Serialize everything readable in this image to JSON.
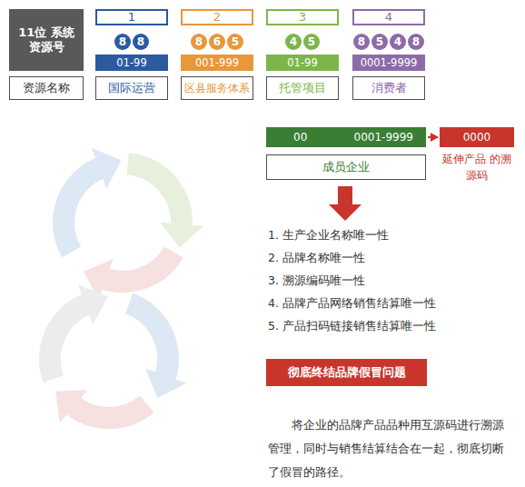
{
  "diagram": {
    "nodes": [
      {
        "text": [
          "11位 系统资源号"
        ]
      },
      {
        "text": [
          "资源名称"
        ]
      },
      {
        "text": [
          "1"
        ]
      },
      {
        "text": [
          "8"
        ]
      },
      {
        "text": [
          "8"
        ]
      },
      {
        "text": [
          "01-99"
        ]
      },
      {
        "text": [
          "国际运营"
        ]
      },
      {
        "text": [
          "2"
        ]
      },
      {
        "text": [
          "8"
        ]
      },
      {
        "text": [
          "6"
        ]
      },
      {
        "text": [
          "5"
        ]
      },
      {
        "text": [
          "001-999"
        ]
      },
      {
        "text": [
          "区县服务体系"
        ]
      },
      {
        "text": [
          "3"
        ]
      },
      {
        "text": [
          "4"
        ]
      },
      {
        "text": [
          "5"
        ]
      },
      {
        "text": [
          "01-99"
        ]
      },
      {
        "text": [
          "托管项目"
        ]
      },
      {
        "text": [
          "4"
        ]
      },
      {
        "text": [
          "8"
        ]
      },
      {
        "text": [
          "5"
        ]
      },
      {
        "text": [
          "4"
        ]
      },
      {
        "text": [
          "8"
        ]
      },
      {
        "text": [
          "0001-9999"
        ]
      },
      {
        "text": [
          "消费者"
        ]
      },
      {
        "text": [
          "00",
          "0001-9999"
        ]
      },
      {
        "text": [
          "0000"
        ]
      },
      {
        "text": [
          "成员企业"
        ]
      },
      {
        "text": [
          "彻底终结品牌假冒问题"
        ]
      }
    ],
    "edges": [
      {
        "from": 25,
        "to": 26,
        "arrow": "to"
      }
    ],
    "labels": [
      "延伸产品 的溯源码",
      "1. 生产企业名称唯一性",
      "2. 品牌名称唯一性",
      "3. 溯源编码唯一性",
      "4. 品牌产品网络销售结算唯一性",
      "5. 产品扫码链接销售结算唯一性",
      "将企业的品牌产品品种用互源码进行溯源管理，同时与销售结算结合在一起，彻底切断了假冒的路径。"
    ]
  }
}
